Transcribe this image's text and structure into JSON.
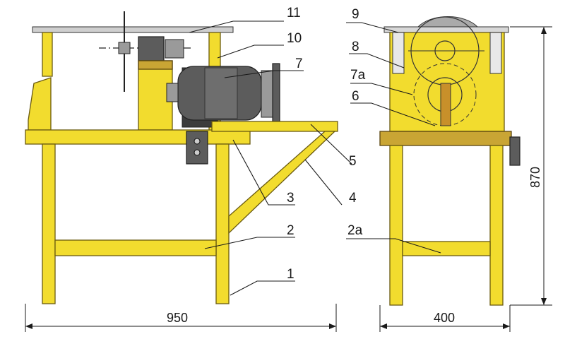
{
  "callouts": {
    "c1": "1",
    "c2": "2",
    "c3": "3",
    "c4": "4",
    "c5": "5",
    "c6": "6",
    "c7": "7",
    "c8": "8",
    "c9": "9",
    "c10": "10",
    "c11": "11",
    "c2a": "2a",
    "c7a": "7a"
  },
  "dimensions": {
    "length": "950",
    "width": "400",
    "height": "870"
  },
  "colors": {
    "wood": "#f2dc2e",
    "wood_dark": "#c9a534",
    "metal": "#5c5c5c"
  }
}
